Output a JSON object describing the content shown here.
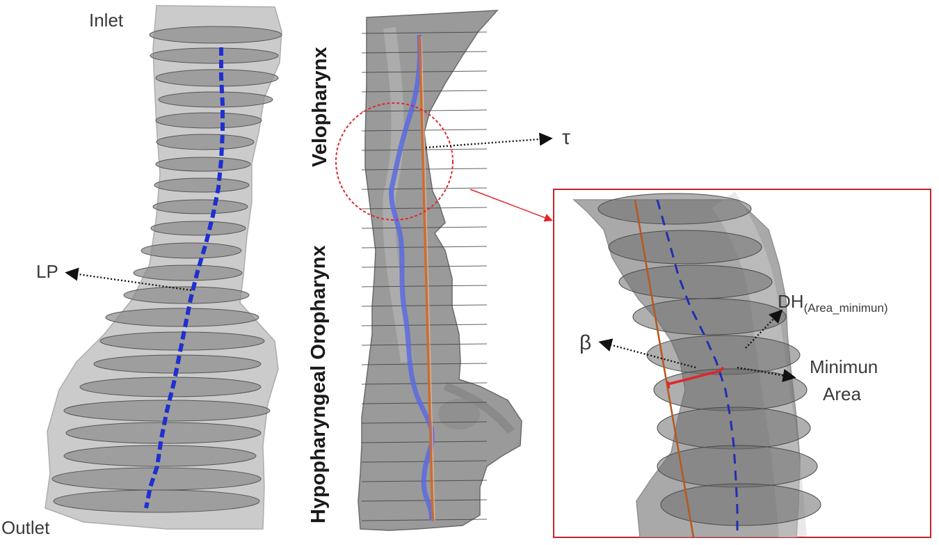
{
  "labels": {
    "inlet": "Inlet",
    "outlet": "Outlet",
    "lp": "LP",
    "tau": "τ",
    "velopharynx": "Velopharynx",
    "regions": "Hypopharyngeal Oropharynx",
    "beta": "β",
    "dh_main": "DH",
    "dh_sub": "(Area_minimun)",
    "min_line1": "Minimun",
    "min_line2": "Area"
  },
  "colors": {
    "airway_light": "#c9c9c9",
    "airway_slice": "#8a8a8a",
    "centerline": "#1f2fd0",
    "vertical_line": "#d06a2a",
    "highlight": "#e0262b",
    "shaded_model": "#9a9a9a"
  }
}
